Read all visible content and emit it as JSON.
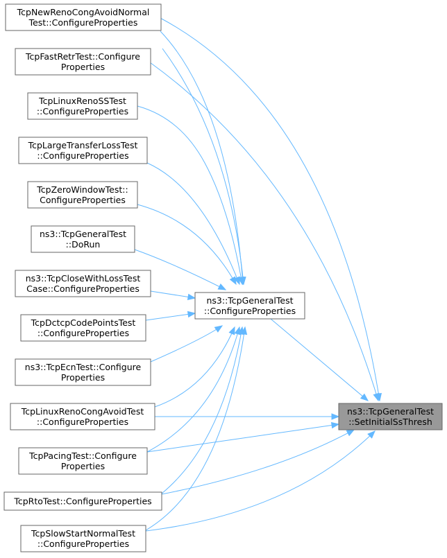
{
  "diagram": {
    "nodes": [
      {
        "id": "n_newreno",
        "lines": [
          "TcpNewRenoCongAvoidNormal",
          "Test::ConfigureProperties"
        ]
      },
      {
        "id": "n_fastretr",
        "lines": [
          "TcpFastRetrTest::Configure",
          "Properties"
        ]
      },
      {
        "id": "n_linuxrenoss",
        "lines": [
          "TcpLinuxRenoSSTest",
          "::ConfigureProperties"
        ]
      },
      {
        "id": "n_largetransfer",
        "lines": [
          "TcpLargeTransferLossTest",
          "::ConfigureProperties"
        ]
      },
      {
        "id": "n_zerowindow",
        "lines": [
          "TcpZeroWindowTest::",
          "ConfigureProperties"
        ]
      },
      {
        "id": "n_dorun",
        "lines": [
          "ns3::TcpGeneralTest",
          "::DoRun"
        ]
      },
      {
        "id": "n_closeloss",
        "lines": [
          "ns3::TcpCloseWithLossTest",
          "Case::ConfigureProperties"
        ]
      },
      {
        "id": "n_dctcp",
        "lines": [
          "TcpDctcpCodePointsTest",
          "::ConfigureProperties"
        ]
      },
      {
        "id": "n_ecn",
        "lines": [
          "ns3::TcpEcnTest::Configure",
          "Properties"
        ]
      },
      {
        "id": "n_linuxrenocong",
        "lines": [
          "TcpLinuxRenoCongAvoidTest",
          "::ConfigureProperties"
        ]
      },
      {
        "id": "n_pacing",
        "lines": [
          "TcpPacingTest::Configure",
          "Properties"
        ]
      },
      {
        "id": "n_rto",
        "lines": [
          "TcpRtoTest::ConfigureProperties"
        ]
      },
      {
        "id": "n_slowstart",
        "lines": [
          "TcpSlowStartNormalTest",
          "::ConfigureProperties"
        ]
      },
      {
        "id": "n_general_config",
        "lines": [
          "ns3::TcpGeneralTest",
          "::ConfigureProperties"
        ]
      },
      {
        "id": "n_target",
        "lines": [
          "ns3::TcpGeneralTest",
          "::SetInitialSsThresh"
        ]
      }
    ],
    "edges": [
      {
        "from": "n_newreno",
        "to": "n_general_config"
      },
      {
        "from": "n_fastretr",
        "to": "n_general_config"
      },
      {
        "from": "n_linuxrenoss",
        "to": "n_general_config"
      },
      {
        "from": "n_largetransfer",
        "to": "n_general_config"
      },
      {
        "from": "n_zerowindow",
        "to": "n_general_config"
      },
      {
        "from": "n_dorun",
        "to": "n_general_config"
      },
      {
        "from": "n_closeloss",
        "to": "n_general_config"
      },
      {
        "from": "n_dctcp",
        "to": "n_general_config"
      },
      {
        "from": "n_ecn",
        "to": "n_general_config"
      },
      {
        "from": "n_linuxrenocong",
        "to": "n_general_config"
      },
      {
        "from": "n_pacing",
        "to": "n_general_config"
      },
      {
        "from": "n_rto",
        "to": "n_general_config"
      },
      {
        "from": "n_slowstart",
        "to": "n_general_config"
      },
      {
        "from": "n_newreno",
        "to": "n_target"
      },
      {
        "from": "n_fastretr",
        "to": "n_target"
      },
      {
        "from": "n_general_config",
        "to": "n_target"
      },
      {
        "from": "n_linuxrenocong",
        "to": "n_target"
      },
      {
        "from": "n_pacing",
        "to": "n_target"
      },
      {
        "from": "n_rto",
        "to": "n_target"
      },
      {
        "from": "n_slowstart",
        "to": "n_target"
      }
    ],
    "colors": {
      "edge": "#63b8ff",
      "node_border": "#666666",
      "target_fill": "#999999"
    }
  }
}
